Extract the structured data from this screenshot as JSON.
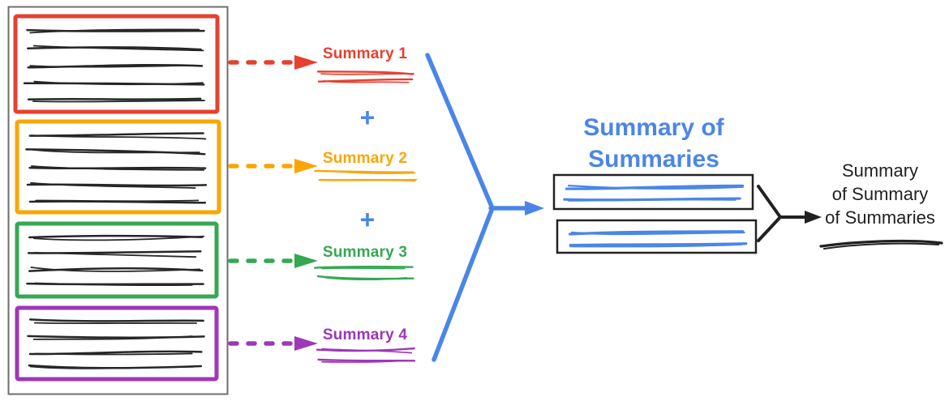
{
  "colors": {
    "red": "#E6402F",
    "orange": "#F9A602",
    "green": "#34A853",
    "purple": "#9E37B8",
    "blue": "#4A86E8",
    "ink": "#212121",
    "scribble_ink": "#262626",
    "container_border": "#6E6E6E",
    "summary_box_border": "#222222"
  },
  "documents": [
    {
      "name": "document-1",
      "color_key": "red",
      "line_count": 5
    },
    {
      "name": "document-2",
      "color_key": "orange",
      "line_count": 5
    },
    {
      "name": "document-3",
      "color_key": "green",
      "line_count": 4
    },
    {
      "name": "document-4",
      "color_key": "purple",
      "line_count": 4
    }
  ],
  "summaries": [
    {
      "label": "Summary 1",
      "color_key": "red"
    },
    {
      "label": "Summary 2",
      "color_key": "orange"
    },
    {
      "label": "Summary 3",
      "color_key": "green"
    },
    {
      "label": "Summary 4",
      "color_key": "purple"
    }
  ],
  "operators": {
    "plus": "+"
  },
  "summary_of_summaries": {
    "title_lines": [
      "Summary of",
      "Summaries"
    ],
    "box_count": 2,
    "scribble_lines_per_box": 2
  },
  "final_summary": {
    "label_lines": [
      "Summary",
      "of Summary",
      "of Summaries"
    ]
  }
}
